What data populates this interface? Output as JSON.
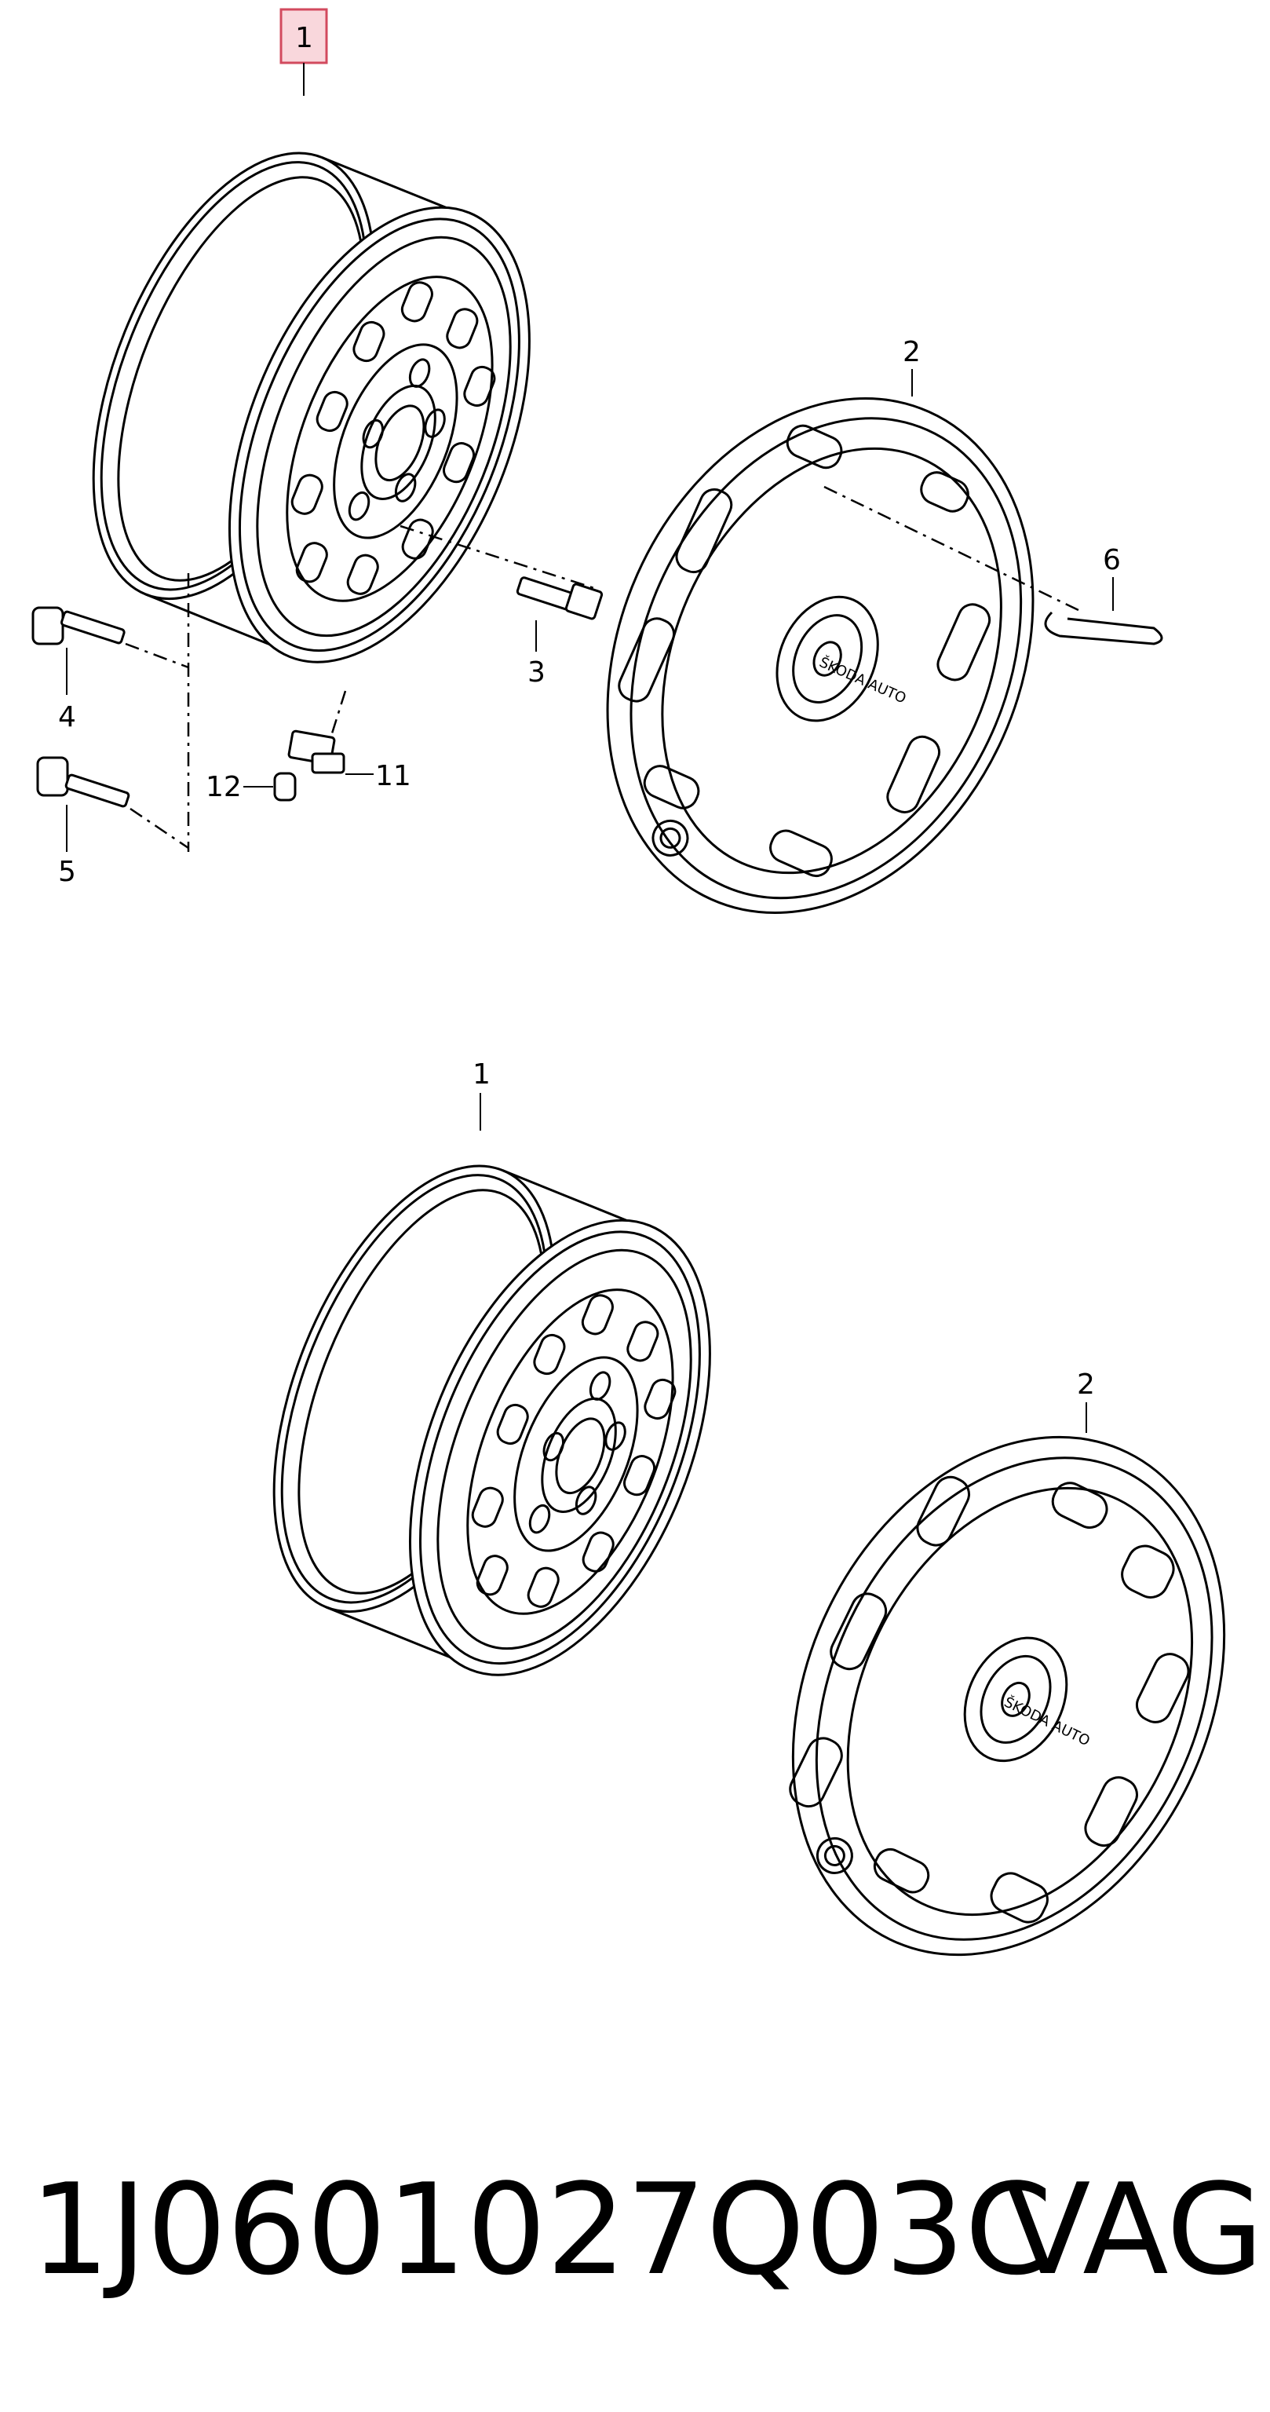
{
  "callouts": {
    "top_1": "1",
    "top_2": "2",
    "top_3": "3",
    "top_4": "4",
    "top_5": "5",
    "top_6": "6",
    "top_11": "11",
    "top_12": "12",
    "bottom_1": "1",
    "bottom_2": "2"
  },
  "hubcap_logo": "ŠKODA AUTO",
  "part_number": "1J0601027Q03C",
  "brand": "VAG",
  "colors": {
    "highlight_fill": "#f9d7dc",
    "highlight_stroke": "#d24a5e",
    "line": "#000000"
  }
}
